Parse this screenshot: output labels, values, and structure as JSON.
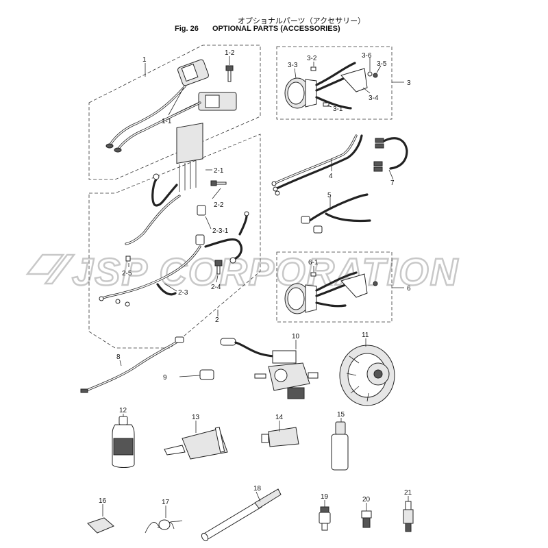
{
  "title_jp": "オプショナルパーツ（アクセサリー）",
  "title_fig": "Fig. 26",
  "title_en": "OPTIONAL PARTS (ACCESSORIES)",
  "watermark": "JSP CORPORATION",
  "callouts": {
    "c1": "1",
    "c1_2": "1-2",
    "c1_1": "1-1",
    "c2": "2",
    "c2_1": "2-1",
    "c2_2": "2-2",
    "c2_3_1": "2-3-1",
    "c2_3": "2-3",
    "c2_4": "2-4",
    "c2_5": "2-5",
    "c3": "3",
    "c3_1": "3-1",
    "c3_2": "3-2",
    "c3_3": "3-3",
    "c3_4": "3-4",
    "c3_5": "3-5",
    "c3_6": "3-6",
    "c4": "4",
    "c5": "5",
    "c6": "6",
    "c6_1": "6-1",
    "c7": "7",
    "c8": "8",
    "c9": "9",
    "c10": "10",
    "c11": "11",
    "c12": "12",
    "c13": "13",
    "c14": "14",
    "c15": "15",
    "c16": "16",
    "c17": "17",
    "c18": "18",
    "c19": "19",
    "c20": "20",
    "c21": "21"
  }
}
